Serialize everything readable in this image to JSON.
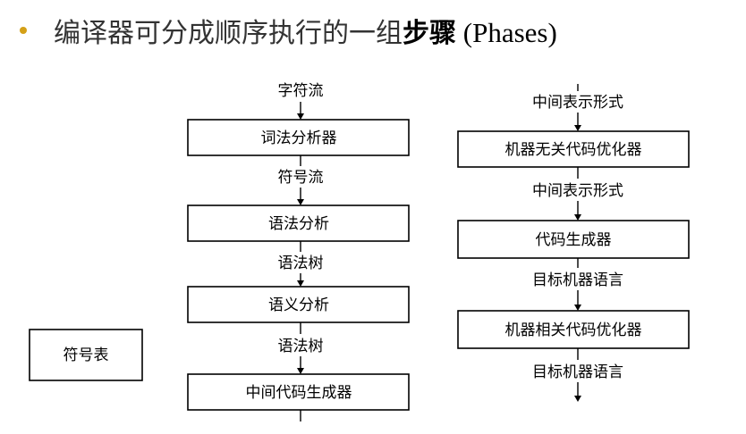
{
  "heading": {
    "bullet_color": "#d4a017",
    "text_prefix": "编译器可分成顺序执行的一组",
    "text_bold": "步骤",
    "text_suffix": " (Phases)"
  },
  "diagram": {
    "left_column": {
      "input_label": "字符流",
      "box1": "词法分析器",
      "label1": "符号流",
      "box2": "语法分析",
      "label2": "语法树",
      "box3": "语义分析",
      "label3": "语法树",
      "box4": "中间代码生成器"
    },
    "right_column": {
      "input_label": "中间表示形式",
      "box1": "机器无关代码优化器",
      "label1": "中间表示形式",
      "box2": "代码生成器",
      "label2": "目标机器语言",
      "box3": "机器相关代码优化器",
      "label3": "目标机器语言"
    },
    "symbol_table": "符号表"
  }
}
